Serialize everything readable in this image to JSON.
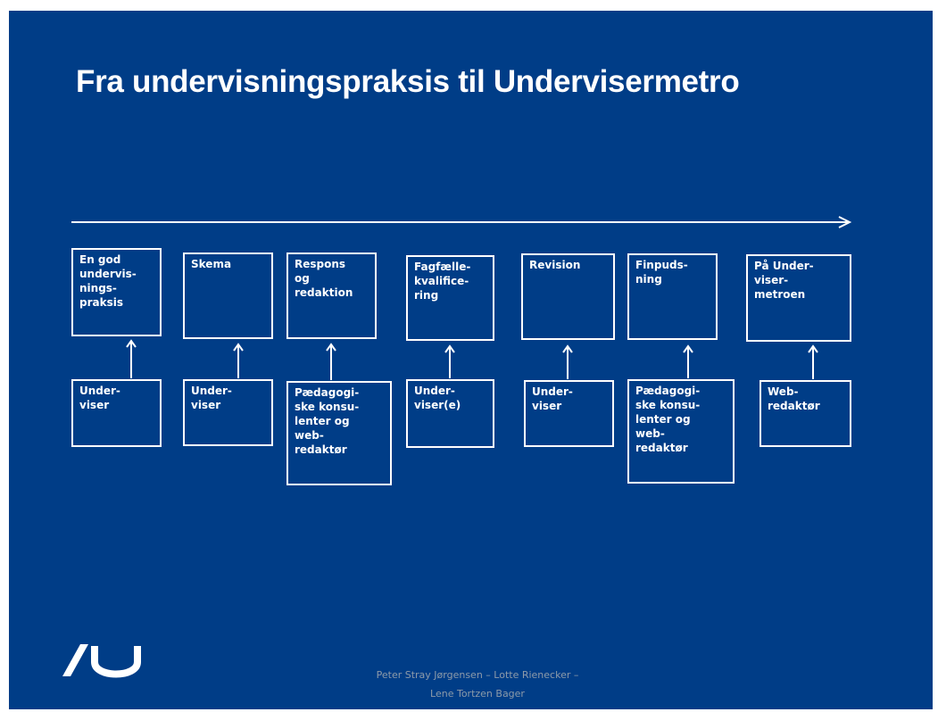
{
  "slide": {
    "title": "Fra undervisningspraksis til Undervisermetro",
    "steps": [
      {
        "label": "En god\nundervis-\nnings-\npraksis",
        "actor": "Under-\nviser"
      },
      {
        "label": "Skema",
        "actor": "Under-\nviser"
      },
      {
        "label": "Respons\nog\nredaktion",
        "actor": "Pædagogi-\nske konsu-\nlenter og\nweb-\nredaktør"
      },
      {
        "label": "Fagfælle-\nkvalifice-\nring",
        "actor": "Under-\nviser(e)"
      },
      {
        "label": "Revision",
        "actor": "Under-\nviser"
      },
      {
        "label": "Finpuds-\nning",
        "actor": "Pædagogi-\nske konsu-\nlenter og\nweb-\nredaktør"
      },
      {
        "label": "På Under-\nviser-\nmetroen",
        "actor": "Web-\nredaktør"
      }
    ],
    "footer": {
      "line1": "Peter Stray Jørgensen – Lotte Rienecker –",
      "line2": "Lene Tortzen Bager"
    },
    "colors": {
      "background": "#003d87",
      "foreground": "#ffffff",
      "footer": "#8d9aa9"
    },
    "logo_icon": "aarhus-university-logo-icon"
  }
}
